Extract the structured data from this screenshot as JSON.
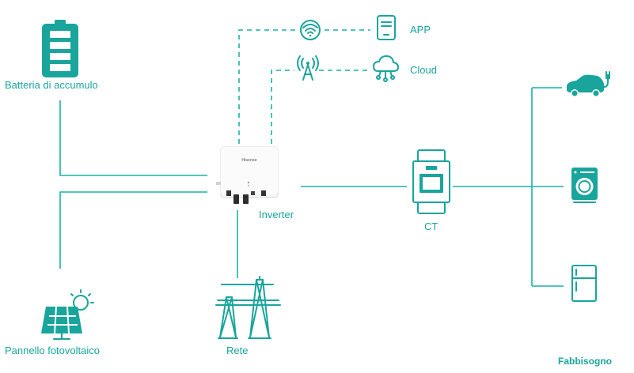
{
  "nodes": {
    "battery": {
      "label": "Batteria di accumulo",
      "icon": "battery-icon"
    },
    "solar": {
      "label": "Pannello fotovoltaico",
      "icon": "solar-panel-icon"
    },
    "grid": {
      "label": "Rete",
      "icon": "power-pylon-icon"
    },
    "inverter": {
      "label": "Inverter",
      "icon": "inverter-icon",
      "brand": "Hisense"
    },
    "app": {
      "label": "APP",
      "icon": "tablet-icon"
    },
    "cloud": {
      "label": "Cloud",
      "icon": "cloud-icon"
    },
    "wifi": {
      "icon": "wifi-icon"
    },
    "antenna": {
      "icon": "antenna-icon"
    },
    "ct": {
      "label": "CT",
      "icon": "ct-meter-icon"
    },
    "loads": {
      "label": "Fabbisogno",
      "items": [
        {
          "icon": "electric-car-icon"
        },
        {
          "icon": "washing-machine-icon"
        },
        {
          "icon": "refrigerator-icon"
        }
      ]
    }
  },
  "colors": {
    "accent": "#19b2a8",
    "text": "#19a59c"
  }
}
